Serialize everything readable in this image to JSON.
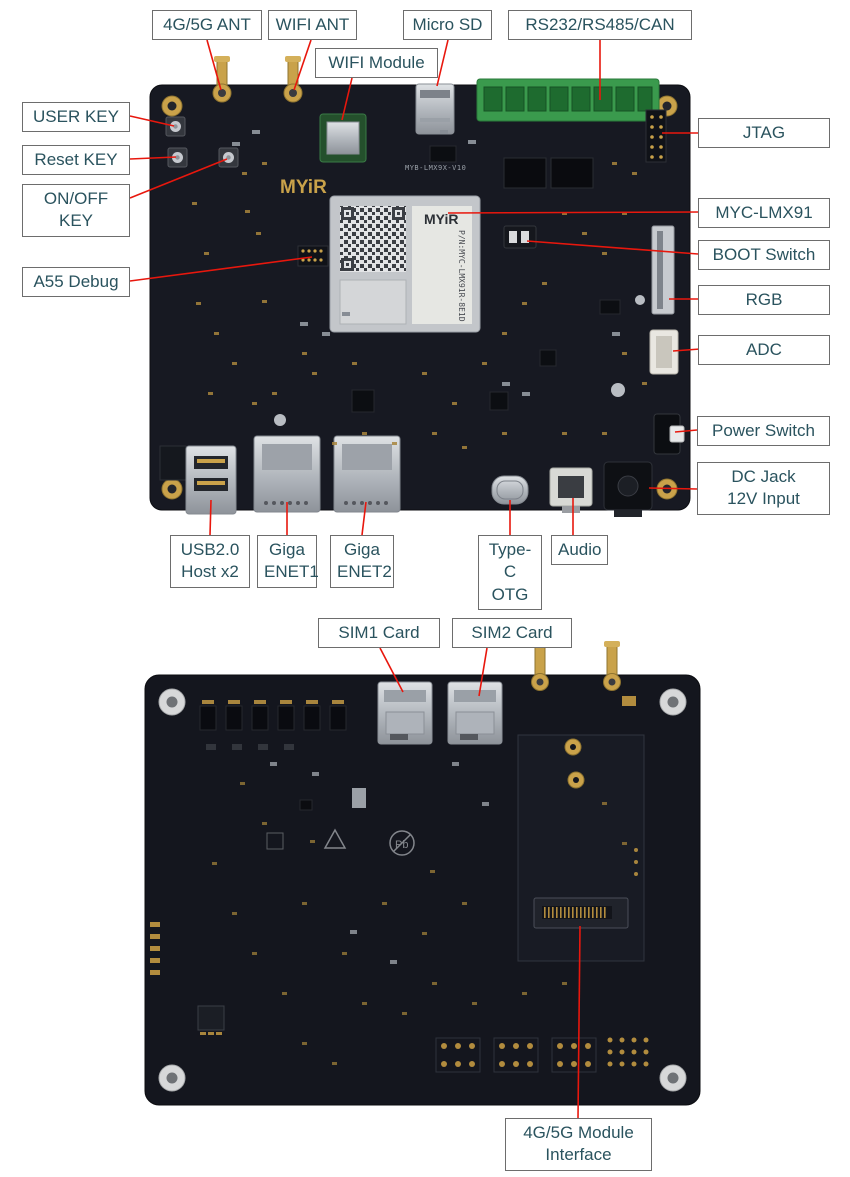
{
  "colors": {
    "label-text": "#2a535e",
    "label-border": "#6d6d6d",
    "leader": "#e8170d",
    "board": "#171922",
    "gold": "#c9a24a"
  },
  "callouts": {
    "ant_4g5g": "4G/5G ANT",
    "wifi_ant": "WIFI ANT",
    "micro_sd": "Micro SD",
    "rs232": "RS232/RS485/CAN",
    "wifi_module": "WIFI Module",
    "user_key": "USER KEY",
    "reset_key": "Reset KEY",
    "onoff_key": "ON/OFF KEY",
    "a55_debug": "A55 Debug",
    "jtag": "JTAG",
    "myc_lmx91": "MYC-LMX91",
    "boot_switch": "BOOT Switch",
    "rgb": "RGB",
    "adc": "ADC",
    "power_switch": "Power Switch",
    "dc_jack": "DC Jack\n12V Input",
    "usb20_host": "USB2.0\nHost x2",
    "giga_enet1": "Giga\nENET1",
    "giga_enet2": "Giga\nENET2",
    "typec_otg": "Type-C\nOTG",
    "audio": "Audio",
    "sim1": "SIM1 Card",
    "sim2": "SIM2 Card",
    "module_4g5g": "4G/5G Module\nInterface"
  },
  "silkscreen": {
    "brand": "MYiR",
    "module_brand": "MYiR",
    "module_pn": "P/N:MYC-LMX91R-8E1D",
    "board_rev": "MYB-LMX9X-V10",
    "pb_mark": "Pb"
  }
}
